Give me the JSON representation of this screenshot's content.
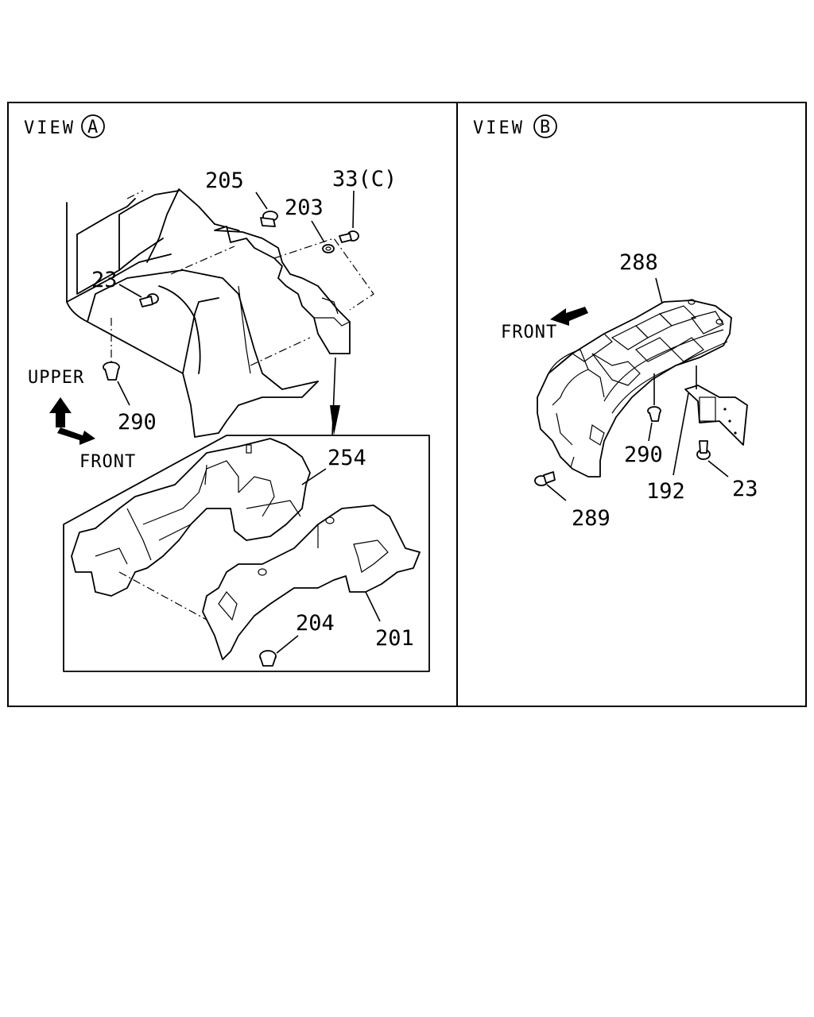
{
  "view_a": {
    "title": "VIEW",
    "marker": "A",
    "direction_upper": "UPPER",
    "direction_front": "FRONT",
    "callouts": {
      "c205": "205",
      "c203": "203",
      "c33c": "33(C)",
      "c23": "23",
      "c290": "290",
      "c254": "254",
      "c204": "204",
      "c201": "201"
    }
  },
  "view_b": {
    "title": "VIEW",
    "marker": "B",
    "direction_front": "FRONT",
    "callouts": {
      "c288": "288",
      "c290": "290",
      "c192": "192",
      "c23": "23",
      "c289": "289"
    }
  }
}
